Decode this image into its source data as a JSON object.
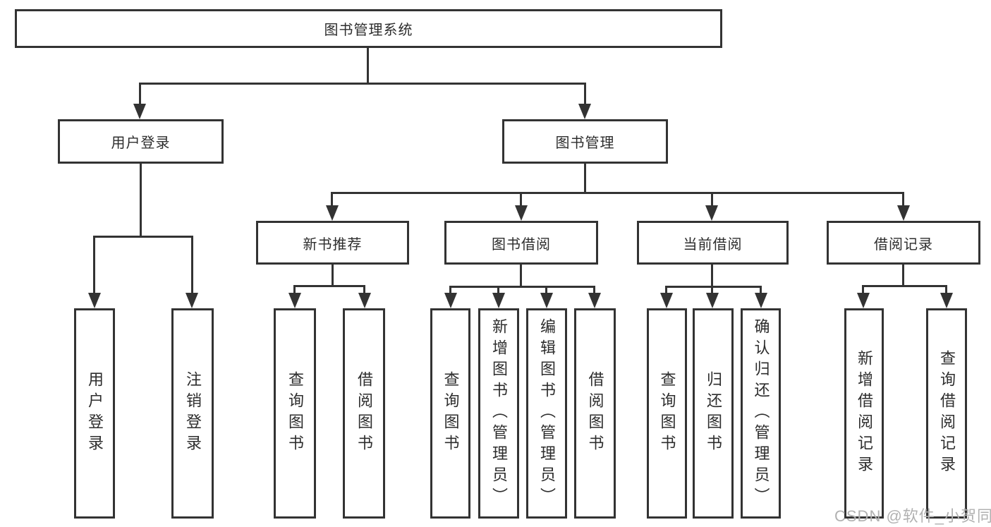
{
  "diagram": {
    "type": "hierarchy-tree",
    "title": "图书管理系统",
    "root": {
      "label": "图书管理系统"
    },
    "level2": {
      "user_login": {
        "label": "用户登录"
      },
      "book_mgmt": {
        "label": "图书管理"
      }
    },
    "level3": {
      "new_book": {
        "label": "新书推荐",
        "parent": "图书管理"
      },
      "book_borrow": {
        "label": "图书借阅",
        "parent": "图书管理"
      },
      "current_borrow": {
        "label": "当前借阅",
        "parent": "图书管理"
      },
      "borrow_record": {
        "label": "借阅记录",
        "parent": "图书管理"
      }
    },
    "leaves": {
      "user_login_leaf": {
        "label": "用户登录",
        "parent": "用户登录"
      },
      "logout_leaf": {
        "label": "注销登录",
        "parent": "用户登录"
      },
      "nb_query": {
        "label": "查询图书",
        "parent": "新书推荐"
      },
      "nb_borrow": {
        "label": "借阅图书",
        "parent": "新书推荐"
      },
      "bb_query": {
        "label": "查询图书",
        "parent": "图书借阅"
      },
      "bb_add": {
        "label": "新增图书（管理员）",
        "parent": "图书借阅"
      },
      "bb_edit": {
        "label": "编辑图书（管理员）",
        "parent": "图书借阅"
      },
      "bb_borrow": {
        "label": "借阅图书",
        "parent": "图书借阅"
      },
      "cb_query": {
        "label": "查询图书",
        "parent": "当前借阅"
      },
      "cb_return": {
        "label": "归还图书",
        "parent": "当前借阅"
      },
      "cb_confirm": {
        "label": "确认归还（管理员）",
        "parent": "当前借阅"
      },
      "br_add": {
        "label": "新增借阅记录",
        "parent": "借阅记录"
      },
      "br_query": {
        "label": "查询借阅记录",
        "parent": "借阅记录"
      }
    }
  },
  "watermark": {
    "text": "CSDN @软件_小贺同学"
  },
  "colors": {
    "line": "#333333",
    "text": "#2d2d2d",
    "watermark": "#b1b1b1",
    "background": "#ffffff"
  }
}
